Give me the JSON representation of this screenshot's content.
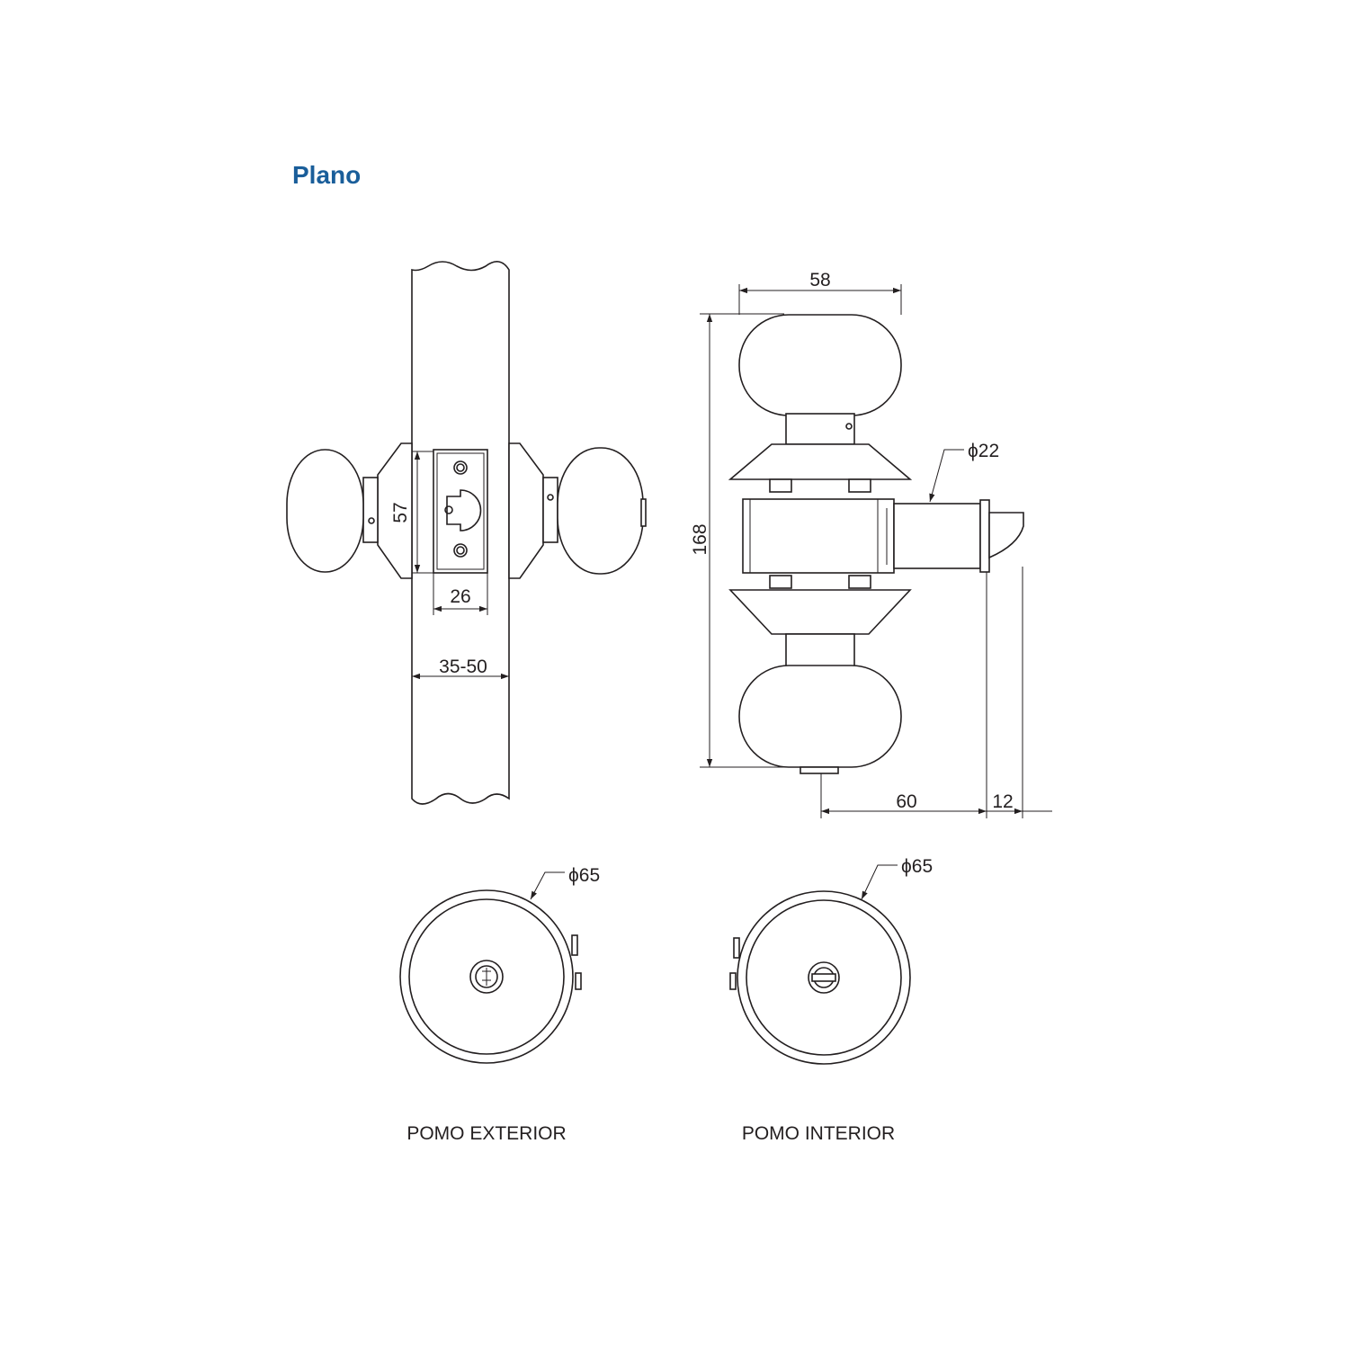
{
  "title": "Plano",
  "colors": {
    "title": "#1a5e9a",
    "line": "#231f20",
    "background": "#ffffff"
  },
  "side_view": {
    "backset_height": "57",
    "faceplate_width": "26",
    "door_thickness": "35-50"
  },
  "front_view": {
    "knob_width": "58",
    "overall_height": "168",
    "latch_diameter": "ϕ22",
    "backset": "60",
    "latch_throw": "12"
  },
  "rose_views": [
    {
      "diameter": "ϕ65",
      "caption": "POMO EXTERIOR"
    },
    {
      "diameter": "ϕ65",
      "caption": "POMO INTERIOR"
    }
  ]
}
